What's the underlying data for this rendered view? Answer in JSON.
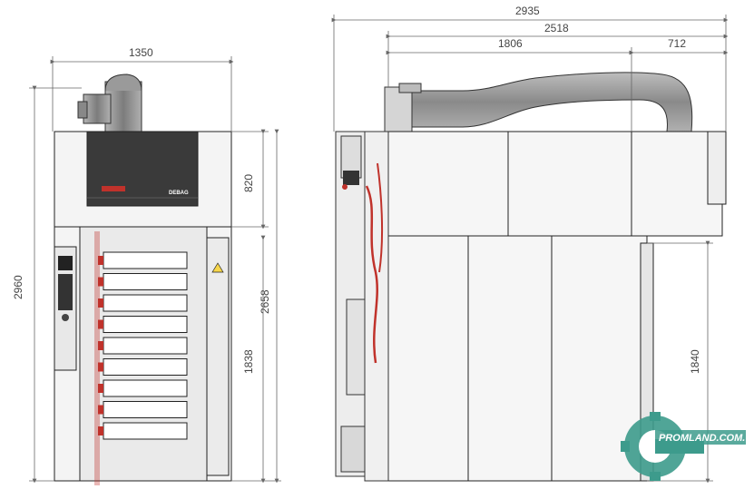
{
  "dimensions": {
    "front_width": "1350",
    "front_total_height": "2960",
    "front_hood_height": "820",
    "front_door_height": "2658",
    "front_lower_height": "1838",
    "side_total_length": "2935",
    "side_body_length": "2518",
    "side_duct_left": "1806",
    "side_duct_right": "712",
    "side_lower_height": "1840"
  },
  "front_view": {
    "brand_label": "DEBAG"
  },
  "watermark": {
    "text": "PROMLAND.COM.UA"
  },
  "colors": {
    "line": "#222222",
    "hood": "#3a3a3a",
    "duct": "#9a9a9a",
    "accent_red": "#c0322b",
    "watermark_green": "#3d9b8c"
  }
}
